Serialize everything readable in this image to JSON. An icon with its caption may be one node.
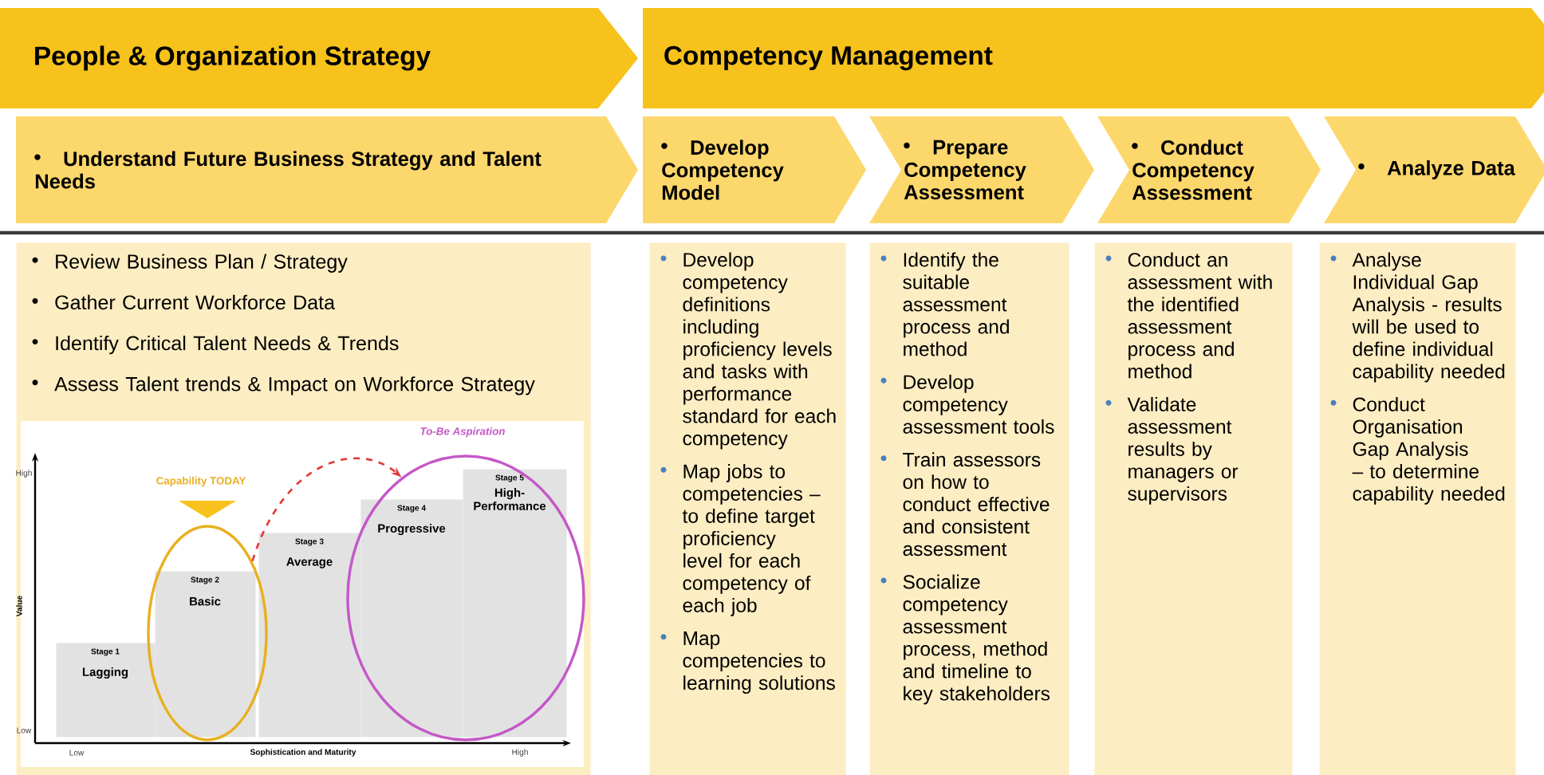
{
  "diagram": {
    "nodes": [
      {
        "text": [
          "People & Organization Strategy"
        ]
      },
      {
        "text": [
          "Competency Management"
        ]
      },
      {
        "text": [
          "Understand Future Business Strategy and Talent Needs"
        ]
      },
      {
        "text": [
          "Develop Competency Model"
        ]
      },
      {
        "text": [
          "Prepare Competency Assessment"
        ]
      },
      {
        "text": [
          "Conduct Competency Assessment"
        ]
      },
      {
        "text": [
          "Analyze Data"
        ]
      },
      {
        "text": [
          "Review Business Plan / Strategy",
          "Gather Current Workforce Data",
          "Identify Critical Talent Needs & Trends",
          "Assess Talent trends & Impact on Workforce Strategy"
        ]
      },
      {
        "text": [],
        "shape": "ellipse",
        "beside": [
          "Capability TODAY"
        ],
        "in": 7
      },
      {
        "text": [],
        "shape": "ellipse",
        "beside": [
          "To-Be Aspiration"
        ],
        "in": 7
      },
      {
        "text": [
          "Stage 1",
          "Lagging"
        ],
        "in": 7
      },
      {
        "text": [
          "Stage 2",
          "Basic"
        ],
        "in": 8
      },
      {
        "text": [
          "Stage 3",
          "Average"
        ],
        "in": 7
      },
      {
        "text": [
          "Stage 4",
          "Progressive"
        ],
        "in": 9
      },
      {
        "text": [
          "Stage 5",
          "High-Performance"
        ],
        "in": 9
      },
      {
        "text": [
          "Develop competency definitions including proficiency levels and tasks with performance standard for each competency",
          "Map jobs to competencies – to define target proficiency level for each competency of each job",
          "Map competencies to learning solutions"
        ]
      },
      {
        "text": [
          "Identify the suitable assessment process and method",
          "Develop competency assessment tools",
          "Train assessors on how to conduct effective and consistent assessment",
          "Socialize competency assessment process, method and timeline to key stakeholders"
        ]
      },
      {
        "text": [
          "Conduct an assessment with the identified assessment process and method",
          "Validate assessment results by managers or supervisors"
        ]
      },
      {
        "text": [
          "Analyse Individual Gap Analysis - results will be used to define individual capability needed",
          "Conduct Organisation Gap Analysis – to determine capability needed"
        ]
      }
    ],
    "edges": [
      {
        "from": 8,
        "to": 9,
        "arrow": "to",
        "style": "dashed",
        "color": "#e03a3a"
      }
    ],
    "labels": [
      "High",
      "Value",
      "Low",
      "Low",
      "Sophistication and Maturity",
      "High"
    ]
  }
}
